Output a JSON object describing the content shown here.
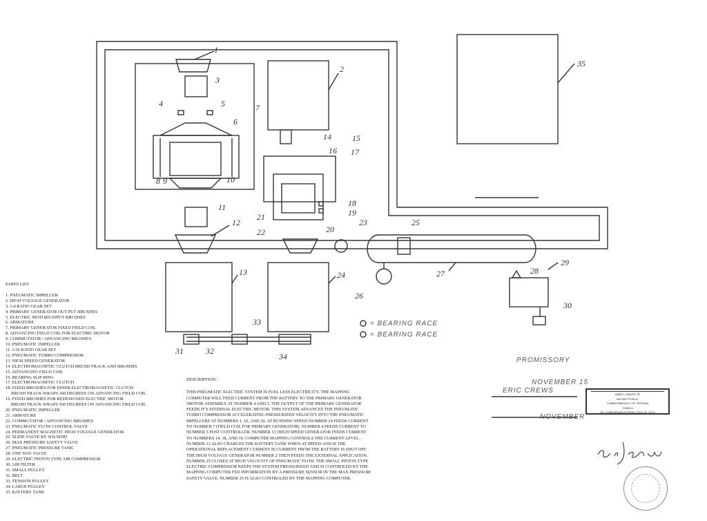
{
  "parts_list": {
    "title": "PARTS LIST",
    "items": [
      "1. PNEUMATIC IMPELLER",
      "2. HIGH VOLTAGE GENERATOR",
      "3. 1:4 RATIO GEAR SET",
      "4. PRIMARY GENERATOR OUT PUT BRUSHES",
      "5. ELECTRIC MOTORS INPUT BRUSHES",
      "6. ARMATURE",
      "7. PRIMARY GENERATOR FIXED FIELD COIL",
      "8. ADVANCING FIELD COIL FOR ELECTRIC MOTOR",
      "9. COMMUTATOR / ADVANCING BRUSHES",
      "10. PNEUMATIC IMPELLER",
      "11. 1:10 RATIO GEAR SET",
      "12. PNEUMATIC TURBO COMPRESSOR",
      "13. HIGH SPEED GENERATOR",
      "14. ELECTROMAGNETIC CLUTCH BRUSH TRACK AND BRUSHES",
      "15. ADVANCING FIELD COIL",
      "16. BEARING SLIP RING",
      "17. ELECTROMAGNETIC CLUTCH",
      "18. FIXED BRUSHES FOR INNER ELECTROMAGNETIC CLUTCH\n     BRUSH TRACK WRAPS 360 DEGREES ON ADVANCING FIELD COIL",
      "19. FIXED BRUSHES FOR REDESIGNED ELECTRIC MOTOR\n     BRUSH TRACK WRAPS 360 DEGREES ON ADVANCING FIELD COIL",
      "20. PNEUMATIC IMPELLER",
      "21. ARMATURE",
      "22. COMMUTATOR / ADVANCING BRUSHES",
      "23. PNEUMATIC FLOW CONTROL VALVE",
      "24. PERMANENT MAGNETIC HIGH VOLTAGE GENERATOR",
      "25. SLIDE VALVE BY SOLNOID",
      "26. MAX PRESSURE SAFETY VALVE",
      "27. PNEUMATIC PRESSURE TANK",
      "28. ONE WAY VALVE",
      "29. ELECTRIC PISTON TYPE AIR COMPRESSOR",
      "30. AIR FILTER",
      "31. SMALL PULLEY",
      "32. BELT",
      "33. TENSION PULLEY",
      "34. LARGE PULLEY",
      "35. BATTERY TANK"
    ]
  },
  "description": {
    "title": "DESCRIPTION:",
    "text": "THIS PNEUMATIC ELECTRIC SYSTEM IS FUEL LESS ELECTRICITY. THE MAPPING COMPUTER WILL FEED CURRENT FROM THE BATTERY TO THE PRIMARY GENERATOR /MOTOR ASSEMBLY AT NUMBER 4 AND 5. THE OUTPUT OF THE PRIMARY GENERATOR FEEDS IT'S INTERNAL ELECTRIC MOTOR. THIS SYSTEM ADVANCES THE PNEUMATIC TURBO COMPRESSOR ACCELERATING PRESSURIZED VELOCITY INTO THE PNEUMATIC IMPELLERS AT NUMBERS 1, 10, AND 20. AT RUNNING SPEED NUMBER 24 FEEDS CURRENT TO NUMBER 7 (FIELD COIL FOR PRIMARY GENERATOR). NUMBER 4 FEEDS CURRENT TO NUMBER 5 POST CONTROLLER. NUMBER 13 (HIGH SPEED GENERATOR FEEDS CURRENT TO NUMBERS 14, 18, AND 19. COMPUTER MAPPING CONTROLS THE CURRENT LEVEL. NUMBER 13 ALSO CHARGES THE BATTERY TANK WHEN AT SPEED AND IS THE OPERATIONAL REPLACEMENT CURRENT IE CURRENT FROM THE BATTERY IS SHUT OFF. THE HIGH VOLTAGE GENERATOR NUMBER 2 THEN FEEDS THE EXTERNAL APPLICATION. NUMBER 25 CLOSES AT HIGH VELOCITY OF PNEUMATIC FLOW. THE SMALL PISTON TYPE ELECTRIC COMPRESSOR KEEPS THE SYSTEM PRESSURIZED AND IS CONTROLED BY THE MAPPING COMPUTER FED INFORMATION BY A PRESSURE SENSOR IN THE MAX PRESSURE SAFETY VALVE. NUMBER 25 IS ALSO CONTROLED BY THE MAPPING COMPUTER."
  },
  "legend": {
    "item1": "= BEARING RACE",
    "item2": "= BEARING RACE"
  },
  "labels": {
    "n1": "1",
    "n2": "2",
    "n3": "3",
    "n4": "4",
    "n5": "5",
    "n6": "6",
    "n7": "7",
    "n8": "8",
    "n9": "9",
    "n10": "10",
    "n11": "11",
    "n12": "12",
    "n13": "13",
    "n14": "14",
    "n15": "15",
    "n16": "16",
    "n17": "17",
    "n18": "18",
    "n19": "19",
    "n20": "20",
    "n21": "21",
    "n22": "22",
    "n23": "23",
    "n24": "24",
    "n25": "25",
    "n26": "26",
    "n27": "27",
    "n28": "28",
    "n29": "29",
    "n30": "30",
    "n31": "31",
    "n32": "32",
    "n33": "33",
    "n34": "34",
    "n35": "35"
  },
  "notary": {
    "name": "JAMES CABLER JR.",
    "title": "Notary Public",
    "state": "Commonwealth of Virginia",
    "id": "7030013",
    "expires": "My Commission Expires Nov 30, 2013"
  },
  "signature": "Eric J Crews",
  "handwriting": {
    "line1": "PROMISSORY",
    "line2": "NOVEMBER 15",
    "line3": "ERIC CREWS",
    "line4": "NOVEMBER"
  }
}
